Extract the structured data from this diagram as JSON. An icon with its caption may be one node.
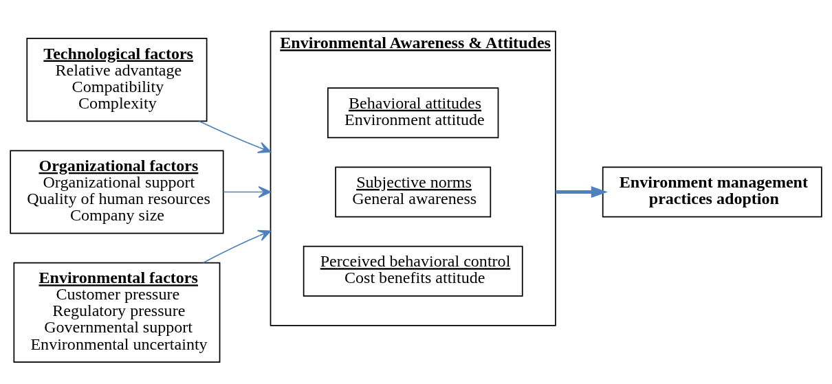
{
  "diagram": {
    "nodes": [
      {
        "text": [
          "Technological factors",
          "Relative advantage",
          "Compatibility",
          "Complexity"
        ]
      },
      {
        "text": [
          "Organizational factors",
          "Organizational support",
          "Quality of human resources",
          "Company size"
        ]
      },
      {
        "text": [
          "Environmental factors",
          "Customer pressure",
          "Regulatory pressure",
          "Governmental support",
          "Environmental uncertainty"
        ]
      },
      {
        "text": [
          "Environmental Awareness & Attitudes"
        ]
      },
      {
        "text": [
          "Behavioral attitudes",
          "Environment attitude"
        ],
        "in": 3
      },
      {
        "text": [
          "Subjective norms",
          "General awareness"
        ],
        "in": 3
      },
      {
        "text": [
          "Perceived behavioral control",
          "Cost benefits attitude"
        ],
        "in": 3
      },
      {
        "text": [
          "Environment management practices adoption"
        ]
      }
    ],
    "edges": [
      {
        "from": 0,
        "to": 3,
        "arrow": "to"
      },
      {
        "from": 1,
        "to": 3,
        "arrow": "to"
      },
      {
        "from": 2,
        "to": 3,
        "arrow": "to"
      },
      {
        "from": 3,
        "to": 7,
        "arrow": "to",
        "style": "thick"
      }
    ]
  }
}
